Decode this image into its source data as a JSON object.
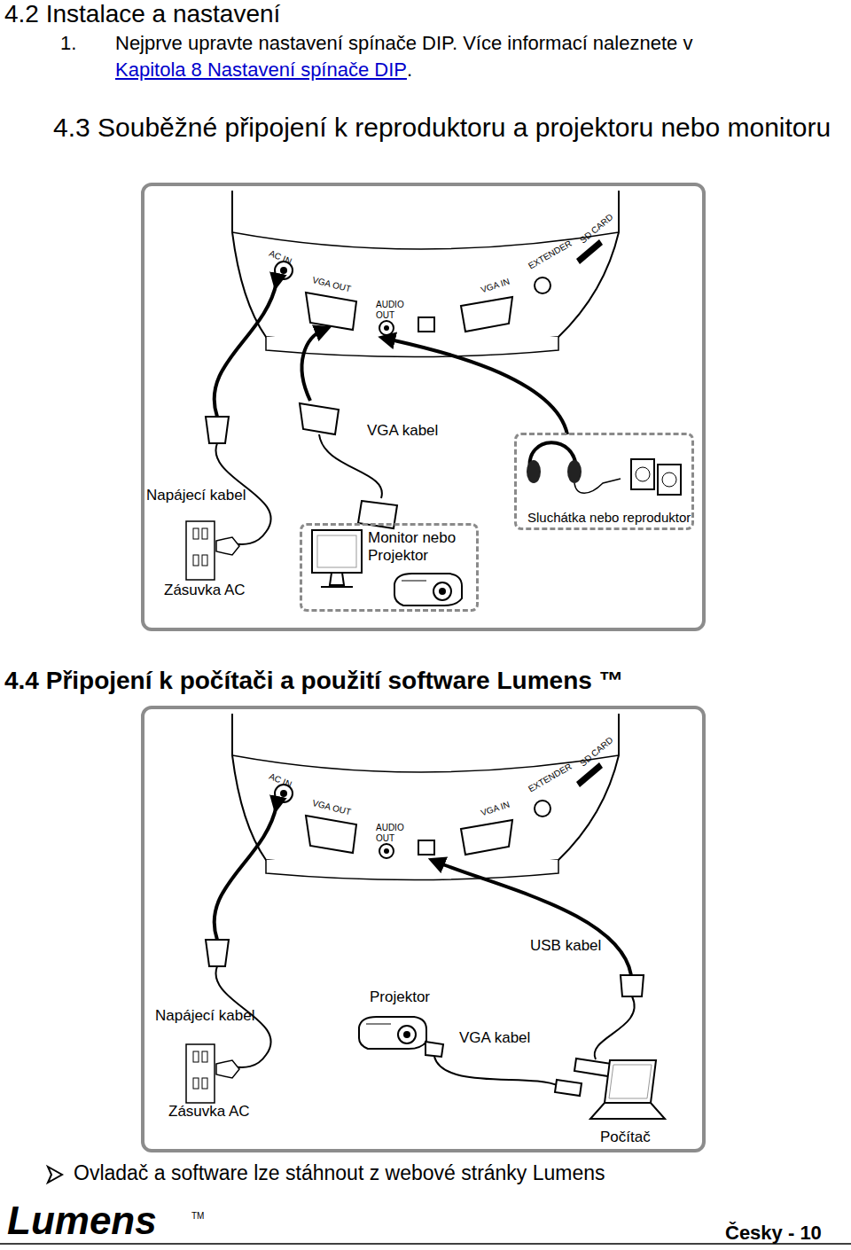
{
  "diagram": {
    "title": "4.2 Instalace a nastavení",
    "nodes": [
      {
        "text": [
          "Monitor nebo Projektor"
        ]
      },
      {
        "text": [
          "Sluchátka nebo reproduktor"
        ]
      }
    ],
    "labels": [
      "1.",
      "Nejprve upravte nastavení spínače DIP. Více informací naleznete v",
      "Kapitola 8 Nastavení spínače DIP",
      ".",
      "4.3 Souběžné připojení k reproduktoru a projektoru nebo monitoru",
      "AC IN",
      "VGA OUT",
      "AUDIO OUT",
      "VGA IN",
      "EXTENDER",
      "SD CARD",
      "VGA kabel",
      "Napájecí kabel",
      "Zásuvka AC",
      "4.4 Připojení k počítači a použití software Lumens ™",
      "AC IN",
      "VGA OUT",
      "AUDIO OUT",
      "VGA IN",
      "EXTENDER",
      "SD CARD",
      "USB kabel",
      "Napájecí kabel",
      "Projektor",
      "VGA kabel",
      "Zásuvka AC",
      "Počítač",
      "Ovladač a software lze stáhnout z webové stránky Lumens",
      "Lumens",
      "TM",
      "Česky - 10"
    ]
  }
}
